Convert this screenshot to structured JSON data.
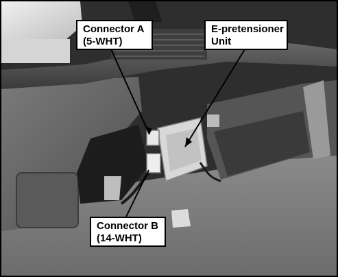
{
  "photo": {
    "subject": "Vehicle center console underside with connectors and unit",
    "tone": "grayscale"
  },
  "callouts": {
    "connector_a": {
      "line1": "Connector A",
      "line2": "(5-WHT)"
    },
    "e_pretensioner": {
      "line1": "E-pretensioner",
      "line2": "Unit"
    },
    "connector_b": {
      "line1": "Connector B",
      "line2": "(14-WHT)"
    }
  },
  "colors": {
    "border": "#000000",
    "label_bg": "#ffffff",
    "leader": "#000000"
  }
}
